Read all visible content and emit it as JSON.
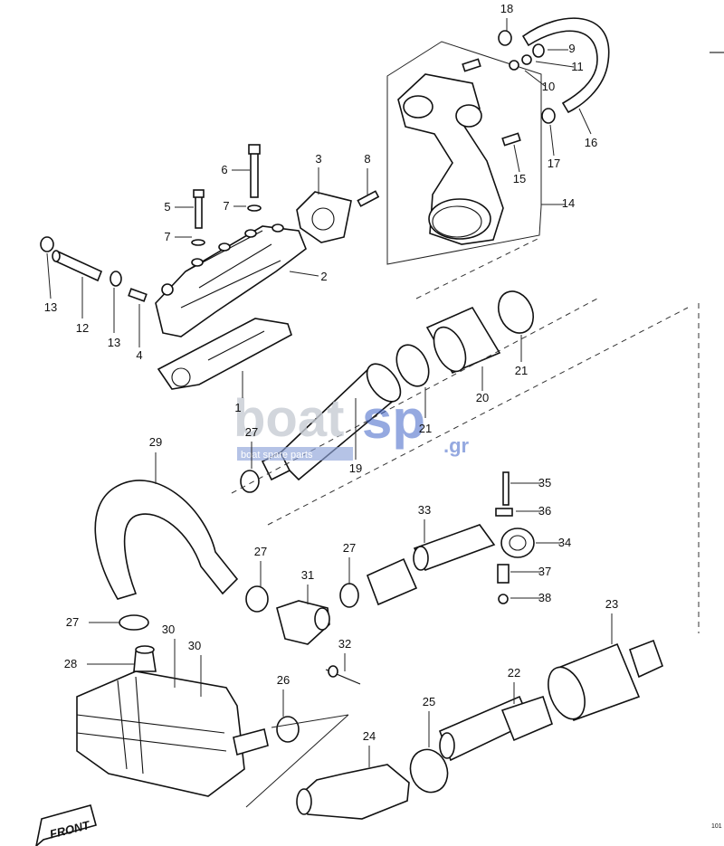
{
  "diagram": {
    "part_numbers": [
      "1",
      "2",
      "3",
      "4",
      "5",
      "6",
      "7",
      "7",
      "8",
      "9",
      "10",
      "11",
      "12",
      "13",
      "13",
      "14",
      "15",
      "16",
      "17",
      "18",
      "19",
      "20",
      "21",
      "21",
      "22",
      "23",
      "24",
      "25",
      "26",
      "27",
      "27",
      "27",
      "27",
      "28",
      "29",
      "30",
      "30",
      "31",
      "32",
      "33",
      "34",
      "35",
      "36",
      "37",
      "38"
    ],
    "front_label": "FRONT",
    "page_code": "101"
  },
  "watermark": {
    "brand_light": "boat",
    "brand_blue": "sp",
    "brand_tld": ".gr",
    "tagline": "boat spare parts"
  }
}
